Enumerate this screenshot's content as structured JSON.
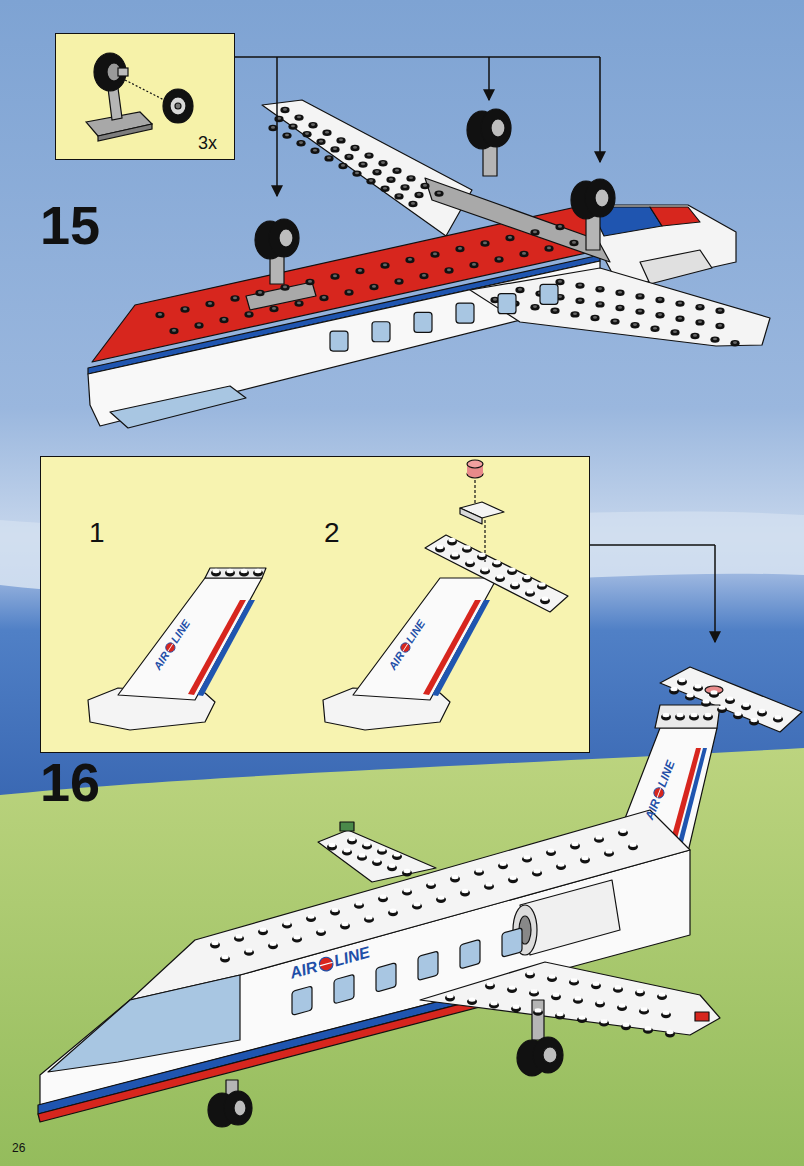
{
  "diagram": {
    "nodes": [
      {
        "text": [
          "3x"
        ]
      },
      {
        "text": [
          "1",
          "2"
        ]
      }
    ],
    "labels": [
      "15",
      "AIR",
      "LINE",
      "AIR",
      "LINE",
      "16",
      "AIR",
      "LINE",
      "AIR",
      "LINE",
      "26"
    ]
  }
}
